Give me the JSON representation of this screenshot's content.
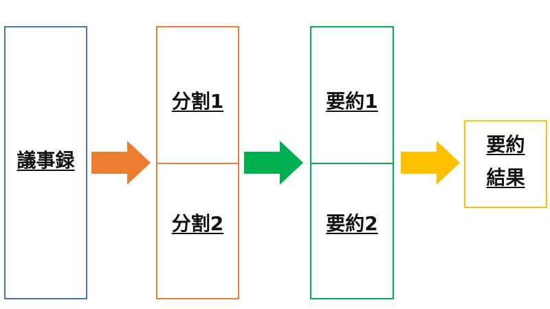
{
  "colors": {
    "blue": "#4472C4",
    "orange": "#ED7D31",
    "green": "#00B050",
    "yellow": "#FFC000"
  },
  "source": {
    "label": "議事録"
  },
  "split": {
    "items": [
      {
        "label": "分割1"
      },
      {
        "label": "分割2"
      }
    ]
  },
  "summary": {
    "items": [
      {
        "label": "要約1"
      },
      {
        "label": "要約2"
      }
    ]
  },
  "result": {
    "line1": "要約",
    "line2": "結果"
  },
  "arrows": [
    {
      "name": "orange-arrow",
      "color": "#ED7D31"
    },
    {
      "name": "green-arrow",
      "color": "#00B050"
    },
    {
      "name": "yellow-arrow",
      "color": "#FFC000"
    }
  ]
}
